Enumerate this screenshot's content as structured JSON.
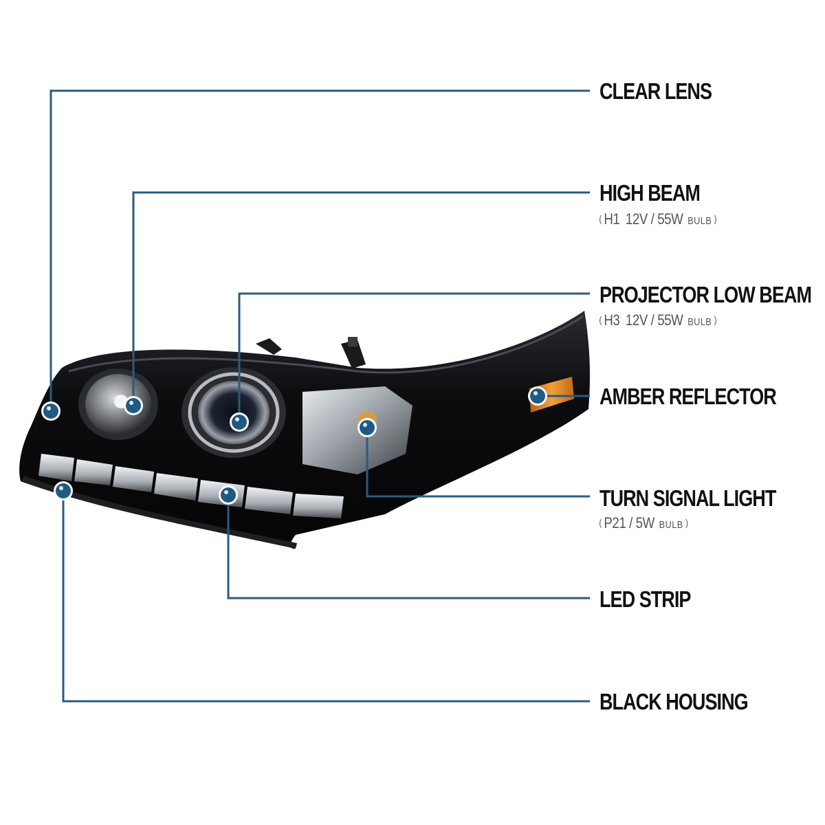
{
  "colors": {
    "leader": "#2a5b7e",
    "dot": "#1f5a82",
    "housing": "#0b0b0d",
    "amber": "#d9821c"
  },
  "callouts": [
    {
      "name": "clear-lens",
      "label": "CLEAR LENS"
    },
    {
      "name": "high-beam",
      "label": "HIGH BEAM",
      "spec": {
        "bulb_type": "H1",
        "rating": "12V / 55W",
        "suffix": "BULB"
      }
    },
    {
      "name": "projector-low-beam",
      "label": "PROJECTOR LOW BEAM",
      "spec": {
        "bulb_type": "H3",
        "rating": "12V / 55W",
        "suffix": "BULB"
      }
    },
    {
      "name": "amber-reflector",
      "label": "AMBER REFLECTOR"
    },
    {
      "name": "turn-signal-light",
      "label": "TURN SIGNAL LIGHT",
      "spec": {
        "bulb_type": "",
        "rating": "P21 / 5W",
        "suffix": "BULB"
      }
    },
    {
      "name": "led-strip",
      "label": "LED STRIP"
    },
    {
      "name": "black-housing",
      "label": "BLACK HOUSING"
    }
  ]
}
